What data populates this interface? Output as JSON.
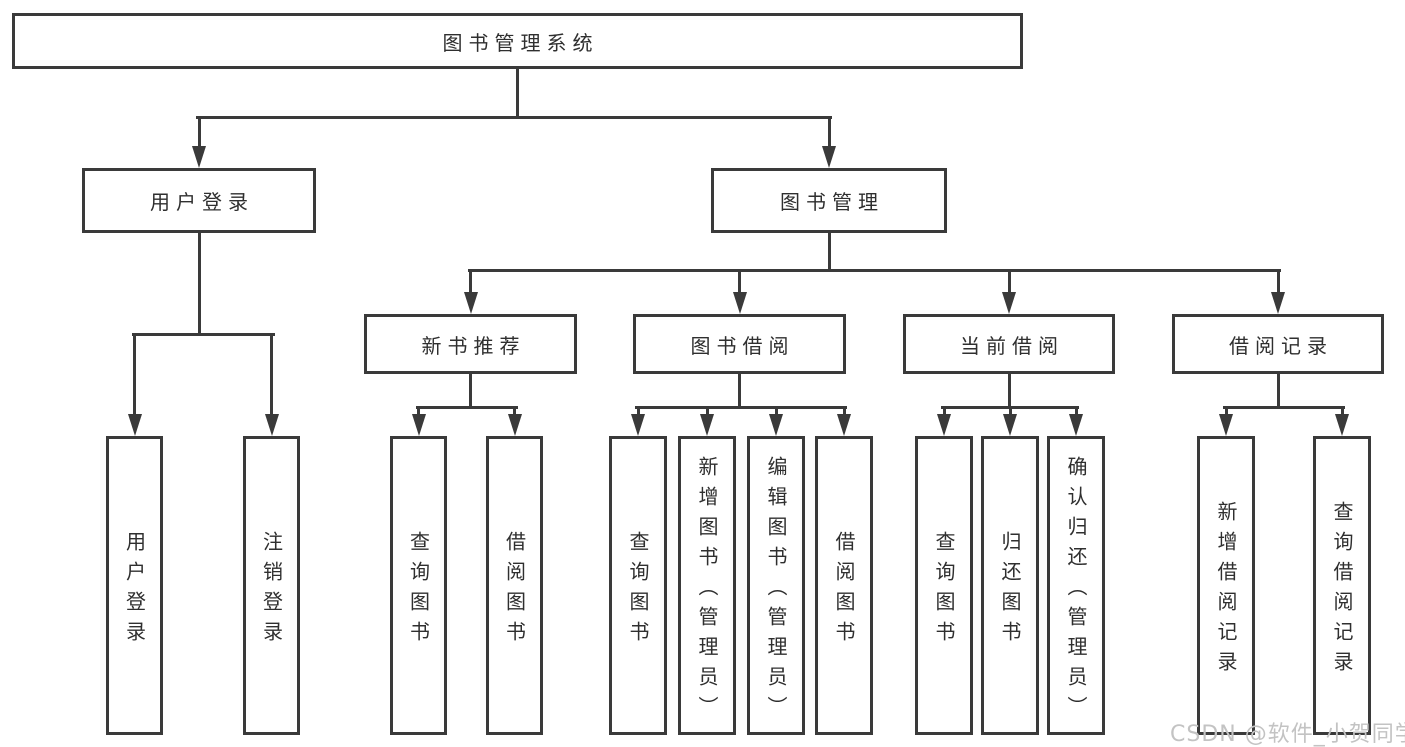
{
  "diagram": {
    "root_label": "图书管理系统",
    "user_login_label": "用户登录",
    "book_mgmt_label": "图书管理",
    "login_children": [
      "用户登录",
      "注销登录"
    ],
    "modules": [
      "新书推荐",
      "图书借阅",
      "当前借阅",
      "借阅记录"
    ],
    "new_book_children": [
      "查询图书",
      "借阅图书"
    ],
    "book_borrow_children": [
      "查询图书",
      "新增图书（管理员）",
      "编辑图书（管理员）",
      "借阅图书"
    ],
    "current_borrow_children": [
      "查询图书",
      "归还图书",
      "确认归还（管理员）"
    ],
    "borrow_record_children": [
      "新增借阅记录",
      "查询借阅记录"
    ]
  },
  "watermark": {
    "text": "CSDN @软件_小贺同学"
  },
  "colors": {
    "line": "#3a3a3a",
    "text": "#2f2f2f",
    "watermark": "#c3c3c3",
    "background": "#ffffff"
  }
}
